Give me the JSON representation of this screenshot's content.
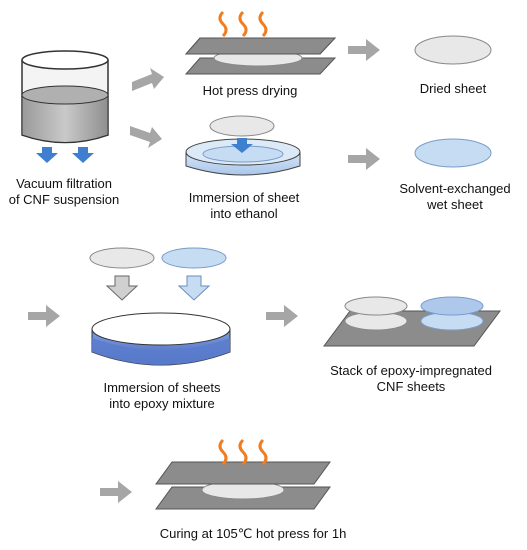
{
  "labels": {
    "vacuum_line1": "Vacuum filtration",
    "vacuum_line2": "of CNF suspension",
    "hot_press": "Hot press drying",
    "immersion_ethanol_line1": "Immersion of sheet",
    "immersion_ethanol_line2": "into ethanol",
    "dried_sheet": "Dried sheet",
    "solvent_line1": "Solvent-exchanged",
    "solvent_line2": "wet sheet",
    "immersion_epoxy_line1": "Immersion of sheets",
    "immersion_epoxy_line2": "into epoxy mixture",
    "stack_line1": "Stack of epoxy-impregnated",
    "stack_line2": "CNF sheets",
    "curing": "Curing at 105℃ hot press for 1h"
  },
  "colors": {
    "gray_plate": "#8c8c8c",
    "plate_stroke": "#555555",
    "heat": "#f07d20",
    "arrow_gray": "#a6a6a6",
    "arrow_blue": "#3f7fd0",
    "sheet_gray": "#e8e8e8",
    "sheet_blue": "#c6dcf2",
    "epoxy_blue": "#5b7ccd"
  }
}
